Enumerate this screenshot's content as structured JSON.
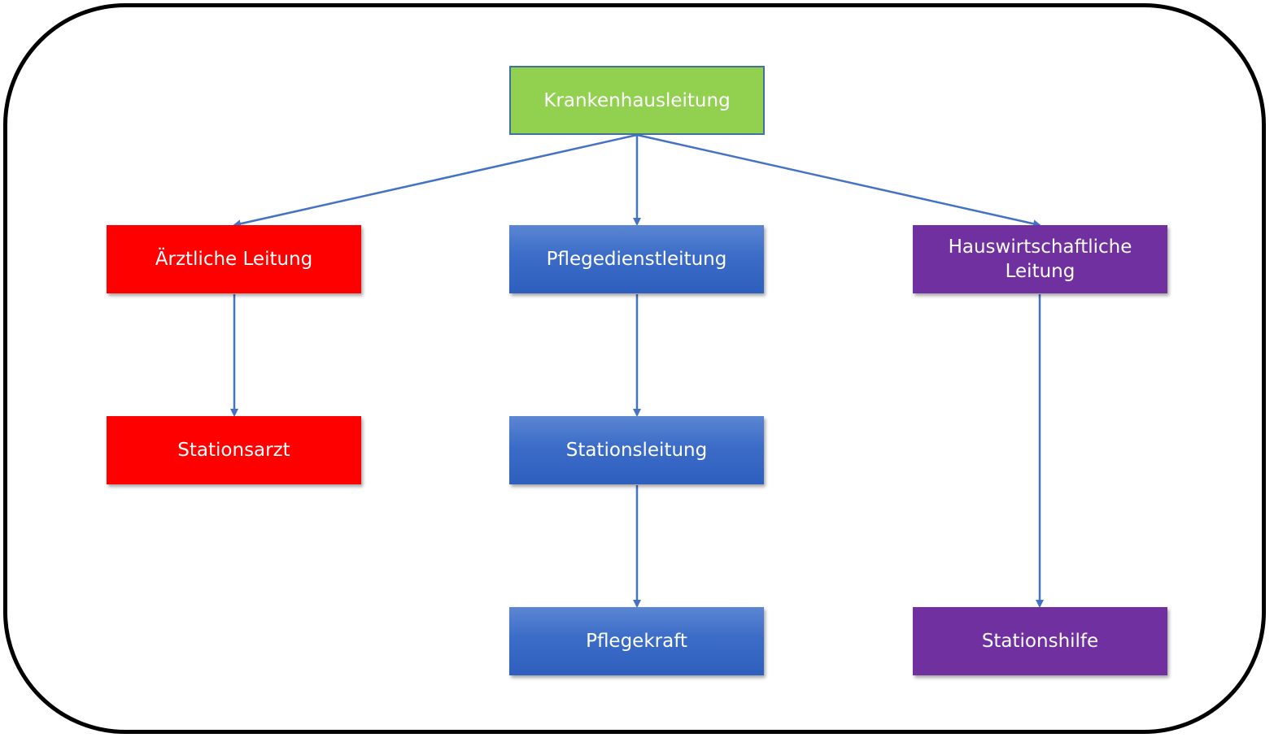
{
  "diagram": {
    "root": {
      "label": "Krankenhausleitung",
      "color": "#92d050"
    },
    "columns": [
      {
        "head": {
          "label": "Ärztliche Leitung",
          "color": "#ff0000"
        },
        "children": [
          {
            "label": "Stationsarzt",
            "color": "#ff0000"
          }
        ]
      },
      {
        "head": {
          "label": "Pflegedienstleitung",
          "color": "#4472c4"
        },
        "children": [
          {
            "label": "Stationsleitung",
            "color": "#4472c4"
          },
          {
            "label": "Pflegekraft",
            "color": "#4472c4"
          }
        ]
      },
      {
        "head": {
          "label": "Hauswirtschaftliche Leitung",
          "color": "#7030a0"
        },
        "children": [
          {
            "label": "Stationshilfe",
            "color": "#7030a0"
          }
        ]
      }
    ],
    "connector_color": "#4472c4",
    "frame_color": "#000000"
  }
}
